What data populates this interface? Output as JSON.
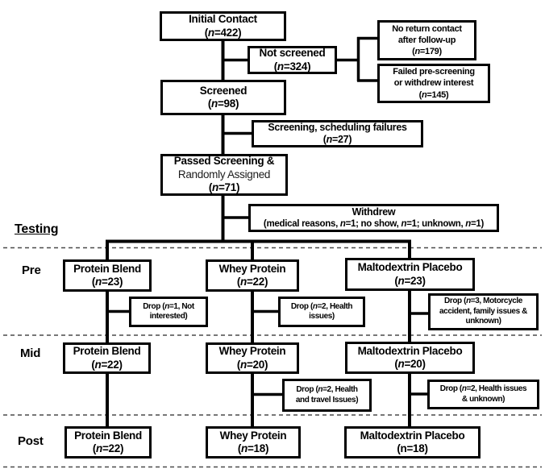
{
  "colors": {
    "ink": "#000000",
    "paper": "#ffffff",
    "dashed_separator": "#4a4a4a"
  },
  "labels": {
    "testing": "Testing",
    "pre": "Pre",
    "mid": "Mid",
    "post": "Post"
  },
  "boxes": {
    "initial_contact": {
      "lines": [
        "Initial Contact",
        "(n=422)"
      ]
    },
    "not_screened": {
      "lines": [
        "Not screened",
        "(n=324)"
      ]
    },
    "no_return_contact": {
      "lines": [
        "No return contact",
        "after follow-up",
        "(n=179)"
      ]
    },
    "failed_prescreening": {
      "lines": [
        "Failed pre-screening",
        "or withdrew interest",
        "(n=145)"
      ]
    },
    "screened": {
      "lines": [
        "Screened",
        "(n=98)"
      ]
    },
    "screening_failures": {
      "lines": [
        "Screening, scheduling failures",
        "(n=27)"
      ]
    },
    "passed_screening": {
      "lines": [
        "Passed Screening &",
        "Randomly Assigned",
        "(n=71)"
      ]
    },
    "withdrew": {
      "lines": [
        "Withdrew",
        "(medical reasons, n=1; no show, n=1; unknown, n=1)"
      ]
    },
    "pre_protein_blend": {
      "lines": [
        "Protein Blend",
        "(n=23)"
      ]
    },
    "pre_whey_protein": {
      "lines": [
        "Whey Protein",
        "(n=22)"
      ]
    },
    "pre_maltodextrin": {
      "lines": [
        "Maltodextrin Placebo",
        "(n=23)"
      ]
    },
    "drop_pre_protein_blend": {
      "lines": [
        "Drop (n=1, Not",
        "interested)"
      ]
    },
    "drop_pre_whey": {
      "lines": [
        "Drop (n=2, Health",
        "issues)"
      ]
    },
    "drop_pre_maltodextrin": {
      "lines": [
        "Drop (n=3, Motorcycle",
        "accident, family issues &",
        "unknown)"
      ]
    },
    "mid_protein_blend": {
      "lines": [
        "Protein Blend",
        "(n=22)"
      ]
    },
    "mid_whey_protein": {
      "lines": [
        "Whey Protein",
        "(n=20)"
      ]
    },
    "mid_maltodextrin": {
      "lines": [
        "Maltodextrin Placebo",
        "(n=20)"
      ]
    },
    "drop_mid_whey": {
      "lines": [
        "Drop (n=2, Health",
        "and travel Issues)"
      ]
    },
    "drop_mid_maltodextrin": {
      "lines": [
        "Drop (n=2, Health issues",
        "& unknown)"
      ]
    },
    "post_protein_blend": {
      "lines": [
        "Protein Blend",
        "(n=22)"
      ]
    },
    "post_whey_protein": {
      "lines": [
        "Whey Protein",
        "(n=18)"
      ]
    },
    "post_maltodextrin": {
      "lines": [
        "Maltodextrin Placebo",
        "(n=18)"
      ]
    }
  }
}
